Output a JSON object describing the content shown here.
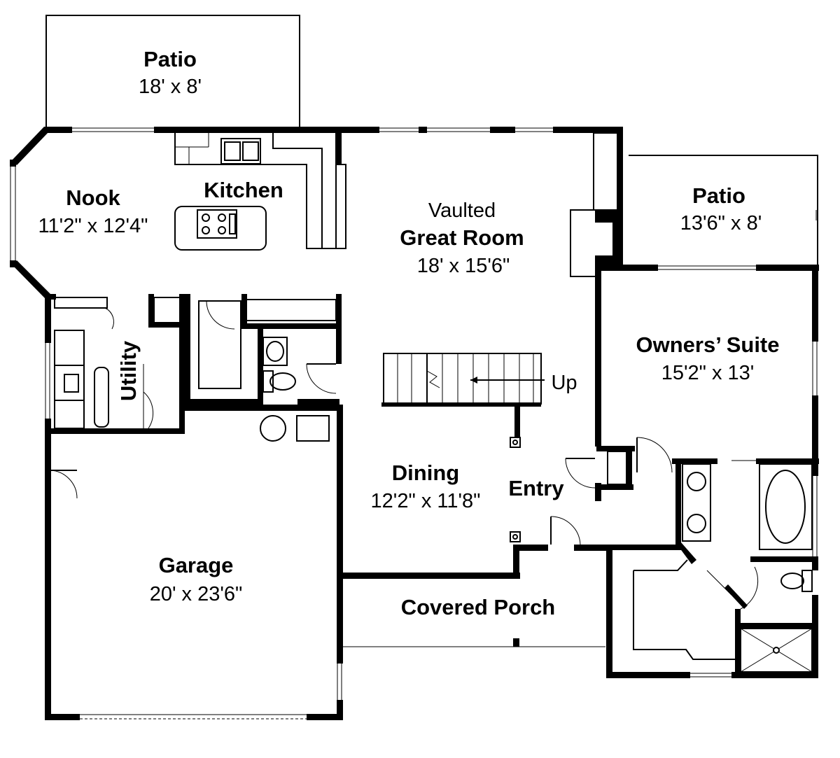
{
  "rooms": {
    "patio_top": {
      "name": "Patio",
      "size": "18' x 8'"
    },
    "patio_right": {
      "name": "Patio",
      "size": "13'6\" x 8'"
    },
    "nook": {
      "name": "Nook",
      "size": "11'2\" x 12'4\""
    },
    "kitchen": {
      "name": "Kitchen"
    },
    "great_room": {
      "prefix": "Vaulted",
      "name": "Great Room",
      "size": "18' x 15'6\""
    },
    "owners_suite": {
      "name": "Owners’ Suite",
      "size": "15'2\" x 13'"
    },
    "utility": {
      "name": "Utility"
    },
    "stairs": {
      "label": "Up"
    },
    "dining": {
      "name": "Dining",
      "size": "12'2\" x 11'8\""
    },
    "entry": {
      "name": "Entry"
    },
    "garage": {
      "name": "Garage",
      "size": "20' x 23'6\""
    },
    "covered_porch": {
      "name": "Covered Porch"
    }
  }
}
